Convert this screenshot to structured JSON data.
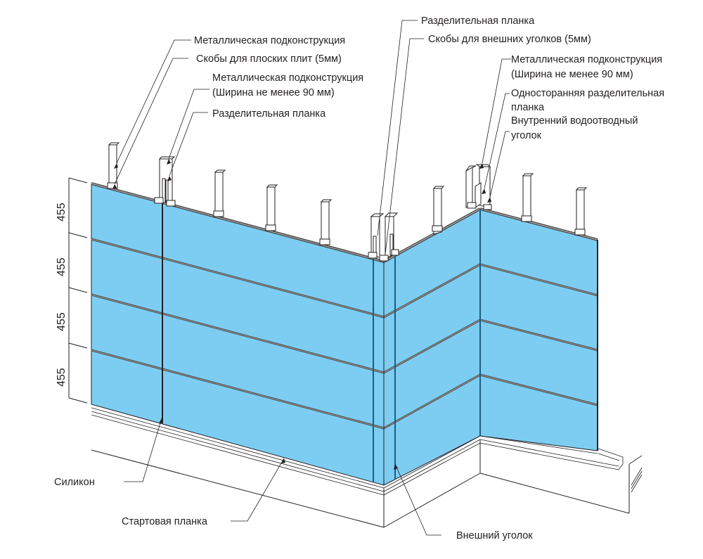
{
  "figure": {
    "title": "Facade panel installation diagram",
    "panel_color": "#7dcdf3",
    "dimensions": {
      "unit": "mm",
      "row_heights": [
        "455",
        "455",
        "455",
        "455"
      ]
    },
    "labels": {
      "metal_substructure": "Металлическая подконструкция",
      "flat_clips": "Скобы для плоских плит (5мм)",
      "metal_substructure_wide_l1": "Металлическая подконструкция",
      "metal_substructure_wide_l2": "(Ширина не менее 90 мм)",
      "separator_strip_left": "Разделительная планка",
      "separator_strip_top": "Разделительная планка",
      "outer_corner_clips": "Скобы для внешних уголков (5мм)",
      "metal_substructure_right_l1": "Металлическая подконструкция",
      "metal_substructure_right_l2": "(Ширина не менее 90 мм)",
      "one_sided_separator_l1": "Односторанняя разделительная",
      "one_sided_separator_l2": "планка",
      "inner_drain_corner_l1": "Внутренний водоотводный",
      "inner_drain_corner_l2": "уголок",
      "silicone": "Силикон",
      "starter_strip": "Стартовая планка",
      "outer_corner": "Внешний уголок"
    }
  }
}
